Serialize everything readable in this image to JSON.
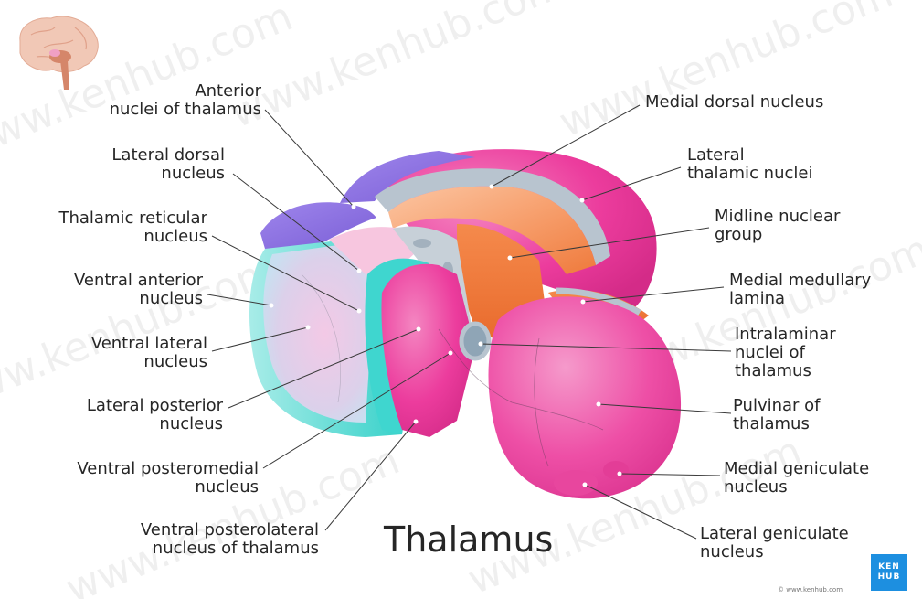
{
  "title": "Thalamus",
  "labels": {
    "anterior_nuclei": [
      "Anterior",
      "nuclei of thalamus"
    ],
    "lateral_dorsal": [
      "Lateral dorsal",
      "nucleus"
    ],
    "thalamic_reticular": [
      "Thalamic reticular",
      "nucleus"
    ],
    "ventral_anterior": [
      "Ventral anterior",
      "nucleus"
    ],
    "ventral_lateral": [
      "Ventral lateral",
      "nucleus"
    ],
    "lateral_posterior": [
      "Lateral posterior",
      "nucleus"
    ],
    "ventral_posteromedial": [
      "Ventral posteromedial",
      "nucleus"
    ],
    "ventral_posterolateral": [
      "Ventral posterolateral",
      "nucleus of thalamus"
    ],
    "medial_dorsal": [
      "Medial dorsal nucleus"
    ],
    "lateral_thalamic": [
      "Lateral",
      "thalamic nuclei"
    ],
    "midline_nuclear": [
      "Midline nuclear",
      "group"
    ],
    "medial_medullary": [
      "Medial medullary",
      "lamina"
    ],
    "intralaminar": [
      "Intralaminar",
      "nuclei of",
      "thalamus"
    ],
    "pulvinar": [
      "Pulvinar of",
      "thalamus"
    ],
    "medial_geniculate": [
      "Medial geniculate",
      "nucleus"
    ],
    "lateral_geniculate": [
      "Lateral geniculate",
      "nucleus"
    ]
  },
  "watermark": "www.kenhub.com",
  "credit": "© www.kenhub.com",
  "logo": [
    "KEN",
    "HUB"
  ],
  "colors": {
    "pink": "#ec3c9d",
    "pink_light": "#f06db3",
    "orange": "#f07a3a",
    "orange_light": "#f9b48d",
    "purple": "#8b6fe0",
    "teal": "#3fd6cf",
    "lavender": "#d8c9e6",
    "lamina_grey": "#b8c4cf",
    "kenhub_blue": "#1d8fe0"
  }
}
